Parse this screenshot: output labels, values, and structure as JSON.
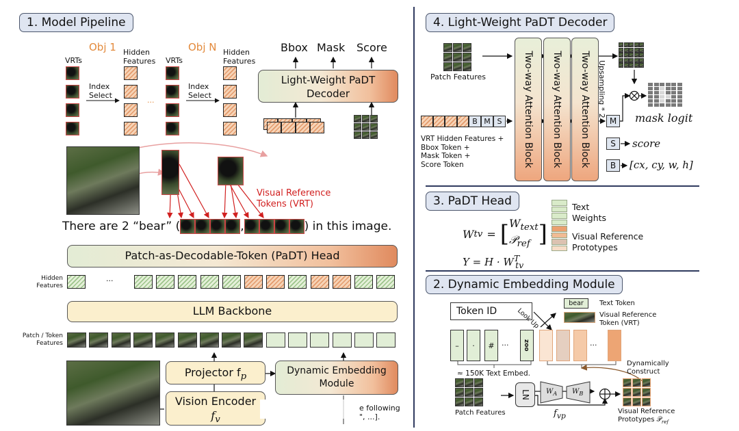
{
  "sections": {
    "model_pipeline": "1. Model Pipeline",
    "decoder": "4. Light-Weight PaDT Decoder",
    "head": "3. PaDT Head",
    "dynamic_embedding": "2. Dynamic Embedding Module"
  },
  "pipeline": {
    "obj1": "Obj 1",
    "objN": "Obj N",
    "vrts": "VRTs",
    "hidden_features_1": "Hidden",
    "hidden_features_2": "Features",
    "index_select_1": "Index",
    "index_select_2": "Select",
    "ellipsis": "...",
    "outputs": [
      "Bbox",
      "Mask",
      "Score"
    ],
    "decoder_line1": "Light-Weight PaDT",
    "decoder_line2": "Decoder",
    "vrt_label_1": "Visual Reference",
    "vrt_label_2": "Tokens (VRT)",
    "sentence_prefix": "There are 2 “bear” (",
    "sentence_comma": ",",
    "sentence_suffix": ") in this image.",
    "padt_head": "Patch-as-Decodable-Token (PaDT) Head",
    "hidden_label_1": "Hidden",
    "hidden_label_2": "Features",
    "hidden_ellipsis": "···",
    "hidden_feature_colors": [
      "g",
      "g",
      "g",
      "g",
      "g",
      "o",
      "o",
      "g",
      "o",
      "o",
      "g",
      "g"
    ],
    "llm_backbone": "LLM Backbone",
    "patch_label_1": "Patch / Token",
    "patch_label_2": "Features",
    "projector": "Projector f",
    "projector_sub": "p",
    "vision_encoder": "Vision Encoder",
    "vision_encoder_f": "f",
    "vision_encoder_sub": "v",
    "dem_line1": "Dynamic Embedding",
    "dem_line2": "Module",
    "prompt_line1": "e following",
    "prompt_line2": "\", ...]."
  },
  "decoder": {
    "patch_features": "Patch Features",
    "attention_block": "Two-way Attention Block",
    "upsampling": "Upsampling",
    "upsampling_factor": "* 2",
    "tokens": [
      "B",
      "M",
      "S"
    ],
    "token_desc": [
      "VRT Hidden Features +",
      "Bbox Token +",
      "Mask Token +",
      "Score Token"
    ],
    "mask_logit": "mask logit",
    "score": "score",
    "bbox_out": "[cx, cy, w, h]",
    "M": "M",
    "S": "S",
    "B": "B"
  },
  "head": {
    "eq1_lhs": "W",
    "eq1_lhs_sub": "tv",
    "eq1_top": "W",
    "eq1_top_sub": "text",
    "eq1_bottom": "𝒫",
    "eq1_bottom_sub": "ref",
    "eq2": "Y = H · W",
    "eq2_sup": "T",
    "eq2_sub": "tv",
    "text_weights_1": "Text",
    "text_weights_2": "Weights",
    "vrp_1": "Visual Reference",
    "vrp_2": "Prototypes"
  },
  "dem": {
    "token_id": "Token ID",
    "look_up": "Look Up",
    "bear": "bear",
    "text_token": "Text Token",
    "vrt_1": "Visual Reference",
    "vrt_2": "Token (VRT)",
    "embed_glyphs": [
      "–",
      "·",
      "#",
      "zoo"
    ],
    "ellipsis": "···",
    "text_embed": "≈ 150K Text Embed.",
    "dyn_1": "Dynamically",
    "dyn_2": "Construct",
    "patch_features": "Patch Features",
    "ln": "LN",
    "wa": "W",
    "wa_sub": "A",
    "wb": "W",
    "wb_sub": "B",
    "fvp": "f",
    "fvp_sub": "vp",
    "vrp_1": "Visual Reference",
    "vrp_2": "Prototypes 𝒫",
    "vrp_sub": "ref"
  },
  "colors": {
    "section_bg": "#dfe5f1",
    "divider": "#2f3a5e",
    "vrt_red": "#d11f1f",
    "obj_orange": "#e38a3c"
  }
}
